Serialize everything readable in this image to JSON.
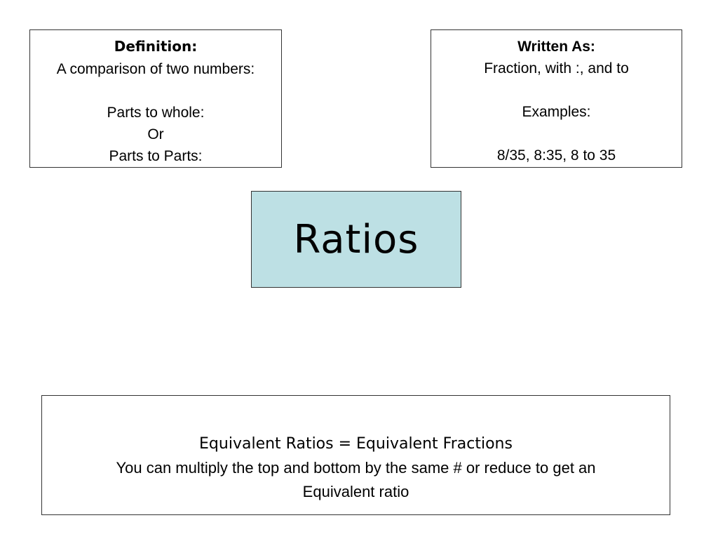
{
  "definition": {
    "heading": "Definition:",
    "lines": [
      "A comparison of two numbers:",
      "",
      "Parts to whole:",
      "Or",
      "Parts to Parts:"
    ]
  },
  "written_as": {
    "heading": "Written As:",
    "lines": [
      "Fraction, with :, and to",
      "",
      "Examples:",
      "",
      "8/35, 8:35, 8 to 35"
    ]
  },
  "title": "Ratios",
  "equivalent": {
    "heading": "Equivalent Ratios = Equivalent Fractions",
    "body_line_1": "You can multiply the top and bottom by the same # or reduce to get an",
    "body_line_2": "Equivalent ratio"
  },
  "colors": {
    "title_background": "#bde0e4",
    "border": "#333333"
  }
}
